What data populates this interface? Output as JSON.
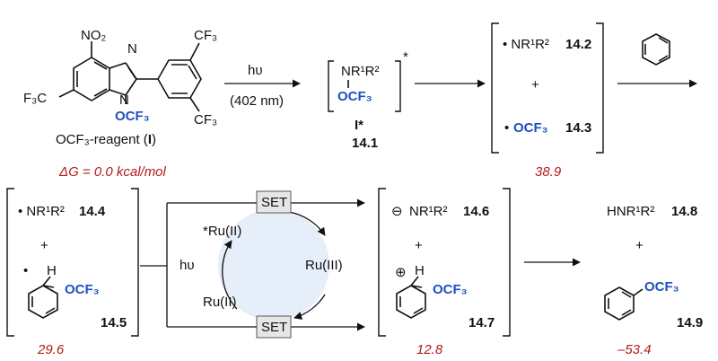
{
  "reagent": {
    "no2": "NO₂",
    "cf3_top": "CF₃",
    "cf3_right": "CF₃",
    "f3c": "F₃C",
    "n_ocf3": "OCF₃",
    "caption": "OCF₃-reagent (",
    "caption_bold": "I",
    "caption_end": ")",
    "energy": "ΔG = 0.0 kcal/mol"
  },
  "step1": {
    "light": "hυ",
    "wavelength": "(402 nm)"
  },
  "excited": {
    "nr": "NR¹R²",
    "ocf3": "OCF₃",
    "star": "*",
    "label": "I*",
    "number": "14.1"
  },
  "radicals1": {
    "nr": "• NR¹R²",
    "nr_num": "14.2",
    "plus": "+",
    "ocf3_dot": "•",
    "ocf3": "OCF₃",
    "ocf3_num": "14.3",
    "energy": "38.9"
  },
  "benzene_arrow": {
    "icon": "benzene-ring-icon"
  },
  "radicals2": {
    "nr": "• NR¹R²",
    "nr_num": "14.4",
    "plus": "+",
    "h": "H",
    "ocf3": "OCF₃",
    "num": "14.5",
    "energy": "29.6"
  },
  "cycle": {
    "set_top": "SET",
    "set_bottom": "SET",
    "ru_excited": "*Ru(II)",
    "ru3": "Ru(III)",
    "ru2": "Ru(II)",
    "light": "hυ",
    "fill": "#e6eef9"
  },
  "ions": {
    "minus": "⊖",
    "nr": "NR¹R²",
    "nr_num": "14.6",
    "plus": "+",
    "cation": "⊕",
    "h": "H",
    "ocf3": "OCF₃",
    "num": "14.7",
    "energy": "12.8"
  },
  "products": {
    "amine": "HNR¹R²",
    "amine_num": "14.8",
    "plus": "+",
    "ocf3": "OCF₃",
    "num": "14.9",
    "energy": "–53.4"
  },
  "colors": {
    "accent": "#1f4fbf",
    "energy": "#b31b1b"
  }
}
